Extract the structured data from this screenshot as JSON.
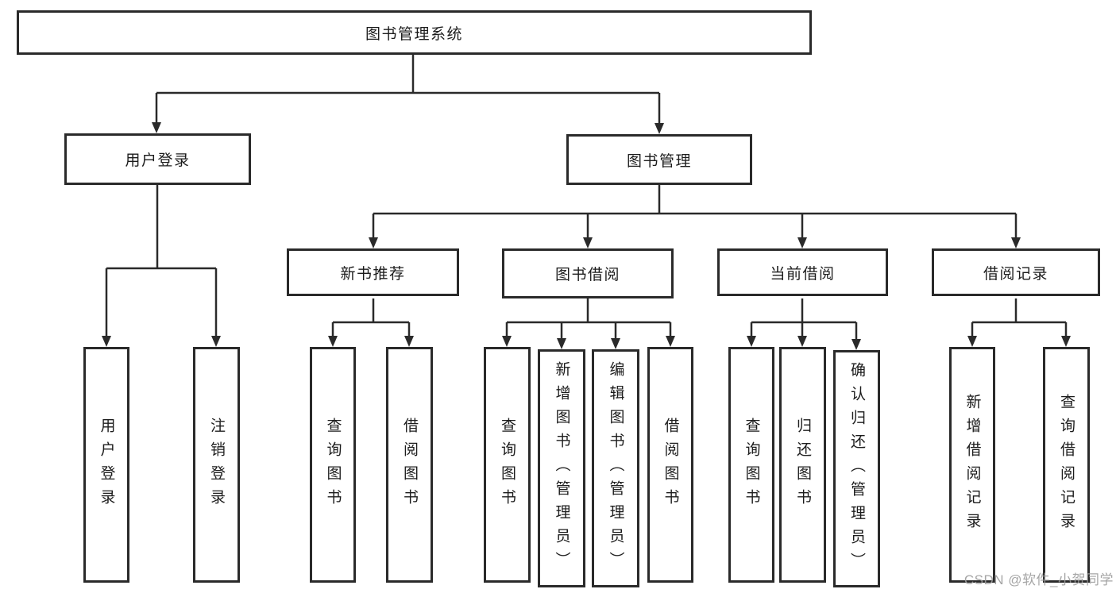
{
  "palette": {
    "background": "#ffffff",
    "box_border": "#2a2a2a",
    "connector_line": "#2a2a2a",
    "text": "#1c1c1c",
    "watermark_text": "#9c9c9c"
  },
  "diagram_type": "hierarchy-tree",
  "tree": {
    "label": "图书管理系统",
    "children": [
      {
        "label": "用户登录",
        "children": [
          {
            "label": "用户登录"
          },
          {
            "label": "注销登录"
          }
        ]
      },
      {
        "label": "图书管理",
        "children": [
          {
            "label": "新书推荐",
            "children": [
              {
                "label": "查询图书"
              },
              {
                "label": "借阅图书"
              }
            ]
          },
          {
            "label": "图书借阅",
            "children": [
              {
                "label": "查询图书"
              },
              {
                "label": "新增图书（管理员）"
              },
              {
                "label": "编辑图书（管理员）"
              },
              {
                "label": "借阅图书"
              }
            ]
          },
          {
            "label": "当前借阅",
            "children": [
              {
                "label": "查询图书"
              },
              {
                "label": "归还图书"
              },
              {
                "label": "确认归还（管理员）"
              }
            ]
          },
          {
            "label": "借阅记录",
            "children": [
              {
                "label": "新增借阅记录"
              },
              {
                "label": "查询借阅记录"
              }
            ]
          }
        ]
      }
    ]
  },
  "watermark": {
    "text": "CSDN @软件_小贺同学"
  }
}
